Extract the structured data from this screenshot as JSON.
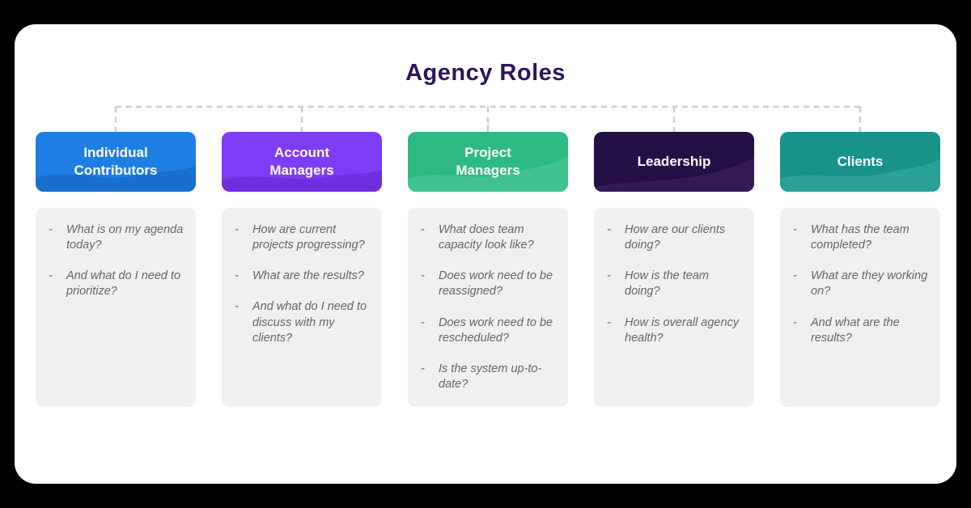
{
  "title": "Agency Roles",
  "bullet": "-",
  "connector_color": "#cdcdcd",
  "panel_background": "#ffffff",
  "question_panel_background": "#f0f0f0",
  "question_text_color": "#666666",
  "title_color": "#2f145c",
  "columns": [
    {
      "id": "individual-contributors",
      "label": "Individual Contributors",
      "color": "#1d7fe4",
      "wave": "#186fce",
      "questions": [
        "What is on my agenda today?",
        "And what do I need to prioritize?"
      ]
    },
    {
      "id": "account-managers",
      "label": "Account Managers",
      "color": "#7d3cf5",
      "wave": "#6e2fdd",
      "questions": [
        "How are current projects progressing?",
        "What are the results?",
        "And what do I need to discuss with my clients?"
      ]
    },
    {
      "id": "project-managers",
      "label": "Project Managers",
      "color": "#2cba82",
      "wave": "#41c391",
      "questions": [
        "What does team capacity look like?",
        "Does work need to be reassigned?",
        "Does work need to be rescheduled?",
        "Is the system up-to-date?"
      ]
    },
    {
      "id": "leadership",
      "label": "Leadership",
      "color": "#250f47",
      "wave": "#331a57",
      "questions": [
        "How are our clients doing?",
        "How is the team doing?",
        "How is overall agency health?"
      ]
    },
    {
      "id": "clients",
      "label": "Clients",
      "color": "#17938a",
      "wave": "#2ba195",
      "questions": [
        "What has the team completed?",
        "What are they working on?",
        "And what are the results?"
      ]
    }
  ]
}
